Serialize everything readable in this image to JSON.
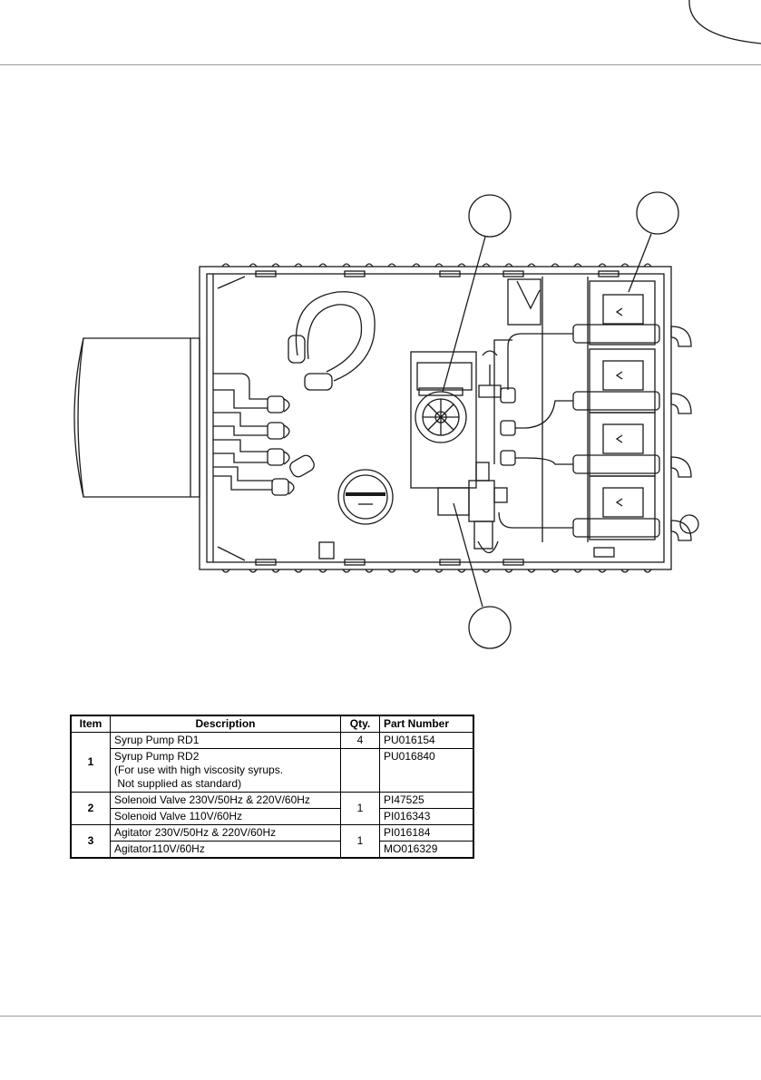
{
  "parts_table": {
    "headers": {
      "item": "Item",
      "description": "Description",
      "qty": "Qty.",
      "part_number": "Part Number"
    },
    "groups": [
      {
        "item": "1",
        "qty": "4",
        "rows": [
          {
            "description": "Syrup Pump RD1",
            "part_number": "PU016154"
          },
          {
            "description": "Syrup Pump RD2",
            "description_2": "(For use with high viscosity syrups.",
            "description_3": " Not supplied as standard)",
            "part_number": "PU016840"
          }
        ]
      },
      {
        "item": "2",
        "qty": "1",
        "rows": [
          {
            "description": "Solenoid Valve 230V/50Hz & 220V/60Hz",
            "part_number": "PI47525"
          },
          {
            "description": "Solenoid Valve 110V/60Hz",
            "part_number": "PI016343"
          }
        ]
      },
      {
        "item": "3",
        "qty": "1",
        "rows": [
          {
            "description": "Agitator 230V/50Hz & 220V/60Hz",
            "part_number": "PI016184"
          },
          {
            "description": "Agitator110V/60Hz",
            "part_number": "MO016329"
          }
        ]
      }
    ]
  },
  "colors": {
    "line": "#1a1a1a",
    "rule": "#9a9a9a"
  }
}
